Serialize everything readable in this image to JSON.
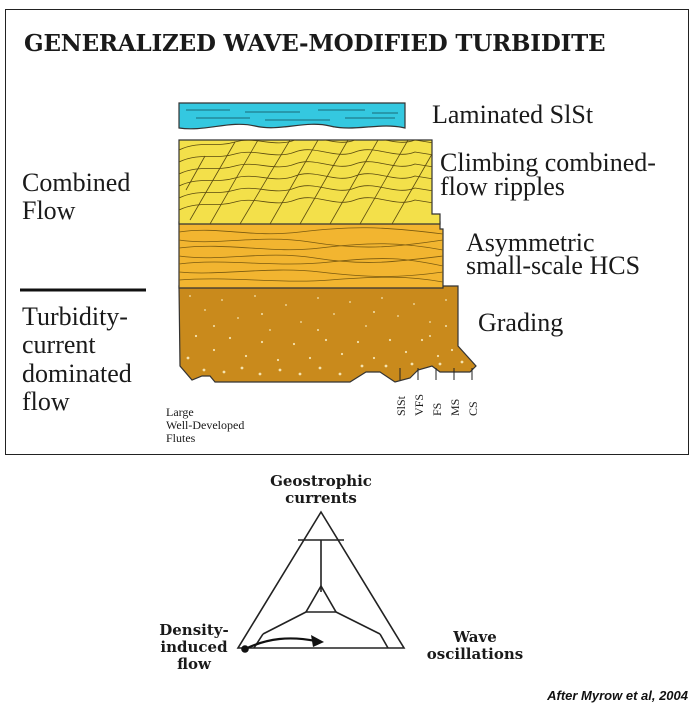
{
  "title": "GENERALIZED WAVE-MODIFIED TURBIDITE",
  "left_labels": {
    "combined_line1": "Combined",
    "combined_line2": "Flow",
    "turbidity_line1": "Turbidity-",
    "turbidity_line2": "current",
    "turbidity_line3": "dominated",
    "turbidity_line4": "flow"
  },
  "layer_labels": {
    "laminated": "Laminated SlSt",
    "climbing_line1": "Climbing combined-",
    "climbing_line2": "flow ripples",
    "asym_line1": "Asymmetric",
    "asym_line2": "small-scale HCS",
    "grading": "Grading"
  },
  "flutes": {
    "line1": "Large",
    "line2": "Well-Developed",
    "line3": "Flutes"
  },
  "grain_sizes": [
    "SlSt",
    "VFS",
    "FS",
    "MS",
    "CS"
  ],
  "ternary": {
    "top_line1": "Geostrophic",
    "top_line2": "currents",
    "left_line1": "Density-",
    "left_line2": "induced",
    "left_line3": "flow",
    "right_line1": "Wave",
    "right_line2": "oscillations"
  },
  "colors": {
    "laminated": "#34c8e0",
    "ripples": "#f3e04a",
    "hcs": "#f2b530",
    "grading": "#c98a1c"
  },
  "credit": "After Myrow et al, 2004"
}
